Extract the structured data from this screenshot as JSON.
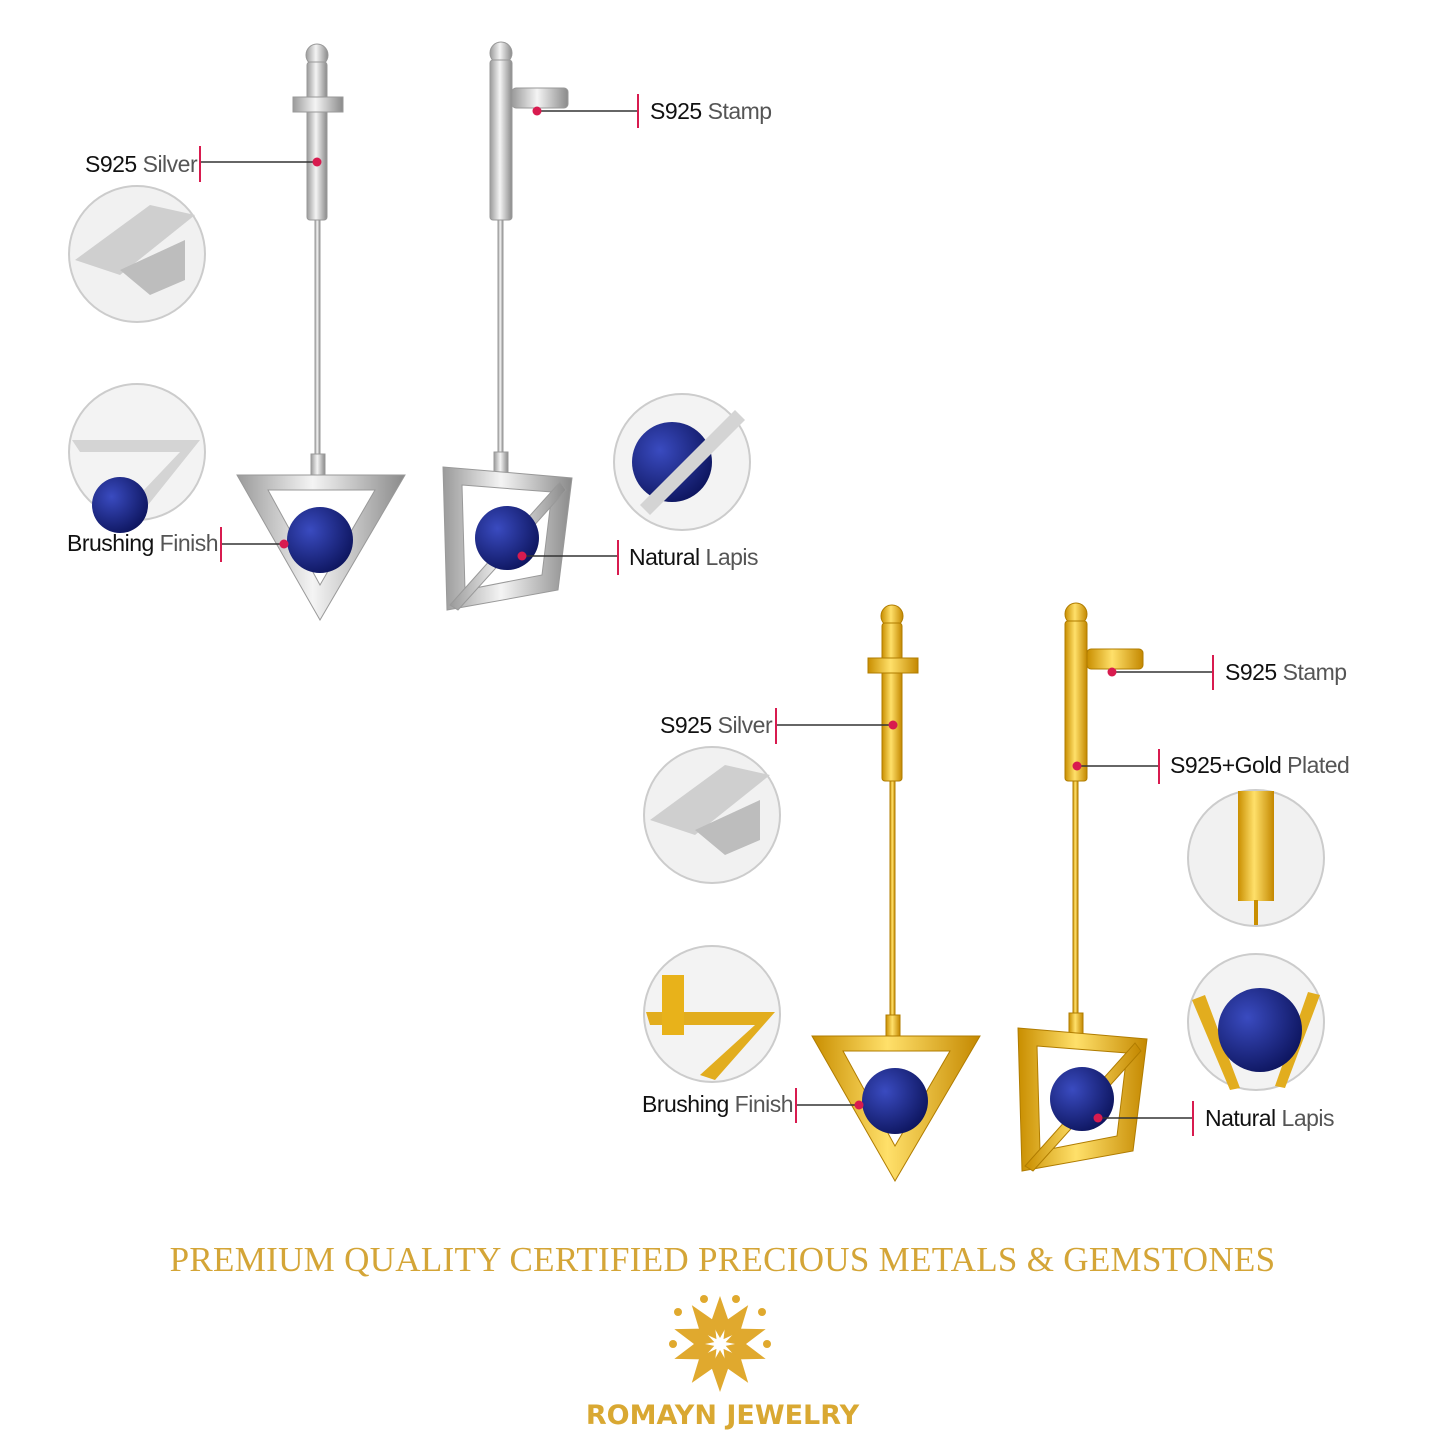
{
  "silver_set": {
    "labels": {
      "silver_strong": "S925",
      "silver_light": "Silver",
      "stamp_strong": "S925",
      "stamp_light": "Stamp",
      "brushing_strong": "Brushing",
      "brushing_light": "Finish",
      "lapis_strong": "Natural",
      "lapis_light": "Lapis"
    }
  },
  "gold_set": {
    "labels": {
      "silver_strong": "S925",
      "silver_light": "Silver",
      "stamp_strong": "S925",
      "stamp_light": "Stamp",
      "plated_strong": "S925+Gold",
      "plated_light": "Plated",
      "brushing_strong": "Brushing",
      "brushing_light": "Finish",
      "lapis_strong": "Natural",
      "lapis_light": "Lapis"
    }
  },
  "headline": "PREMIUM QUALITY CERTIFIED PRECIOUS METALS & GEMSTONES",
  "brand": "ROMAYN JEWELRY",
  "colors": {
    "gold": "#d4a537",
    "marker": "#d81b4f",
    "lapis": "#1f2a8a",
    "silver": "#c8c8c8",
    "gold_metal": "#e8b21a"
  }
}
